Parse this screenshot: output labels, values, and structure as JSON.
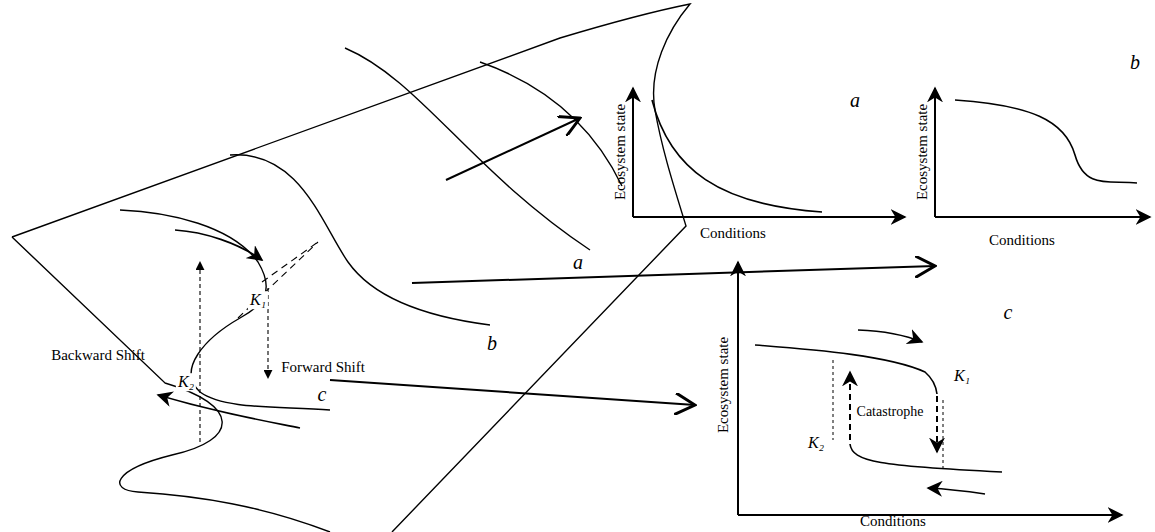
{
  "diagram": {
    "labels": [
      "a",
      "b",
      "Ecosystem state",
      "Ecosystem state",
      "Conditions",
      "a",
      "Conditions",
      "K₁",
      "Backward Shift",
      "K₂",
      "Forward Shift",
      "b",
      "c",
      "K₁",
      "Catastrophe",
      "K₂",
      "Ecosystem state",
      "c",
      "Conditions"
    ]
  }
}
